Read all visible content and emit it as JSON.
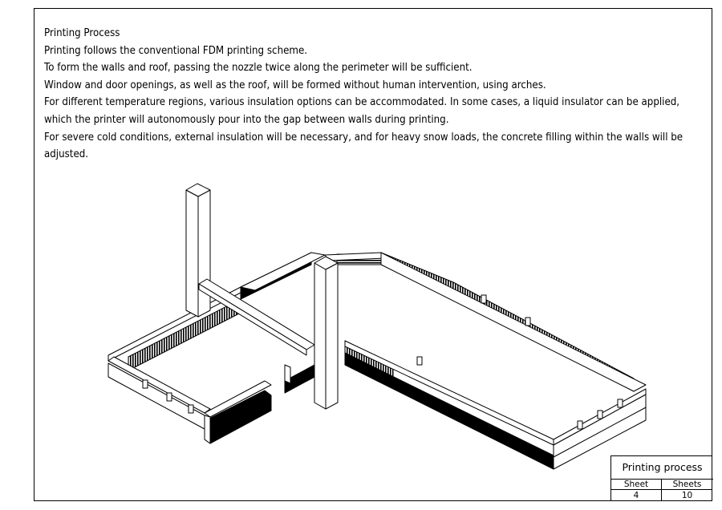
{
  "text": {
    "heading": "Printing Process",
    "paragraphs": [
      "Printing follows the conventional FDM printing scheme.",
      "To form the walls and roof, passing the nozzle twice along the perimeter will be sufficient.",
      "Window and door openings, as well as the roof, will be formed without human intervention, using arches.",
      "For different temperature regions, various insulation options can be accommodated. In some cases, a liquid insulator can be applied, which the printer will autonomously pour into the gap between walls during printing.",
      "For severe cold conditions, external insulation will be necessary, and for heavy snow loads, the concrete filling within the walls will be adjusted."
    ]
  },
  "title_block": {
    "title": "Printing process",
    "sheet_label": "Sheet",
    "sheets_label": "Sheets",
    "sheet": "4",
    "sheets": "10"
  }
}
